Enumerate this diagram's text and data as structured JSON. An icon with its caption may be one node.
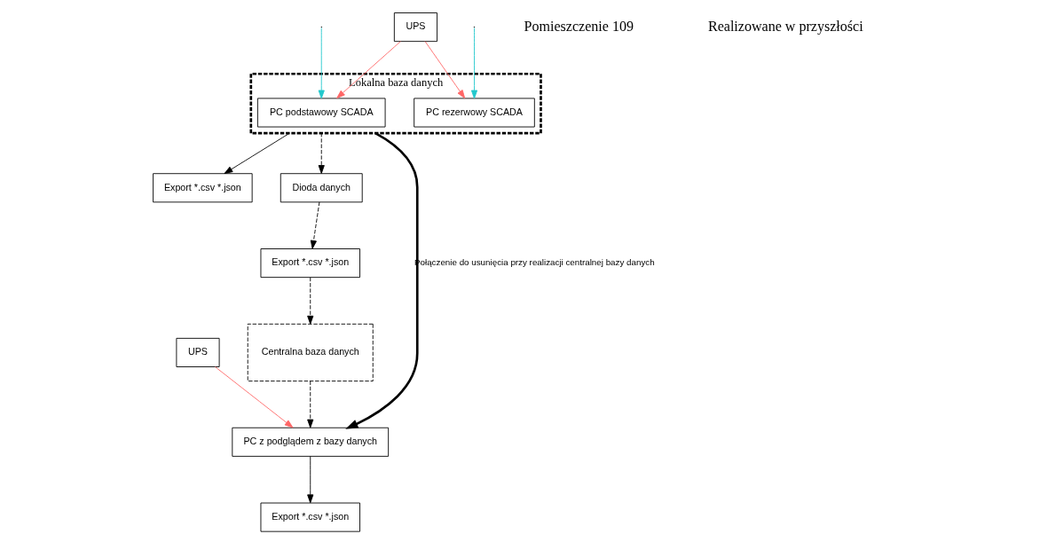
{
  "diagram": {
    "nodes": [
      {
        "text": [
          "Lokalna baza danych"
        ]
      },
      {
        "text": [
          "UPS"
        ]
      },
      {
        "text": [
          "PC podstawowy SCADA"
        ],
        "in": 0
      },
      {
        "text": [
          "PC rezerwowy SCADA"
        ],
        "in": 0
      },
      {
        "text": [
          "Export *.csv *.json"
        ]
      },
      {
        "text": [
          "Dioda danych"
        ]
      },
      {
        "text": [
          "Export *.csv *.json"
        ]
      },
      {
        "text": [
          "UPS"
        ]
      },
      {
        "text": [
          "PC z podglądem z bazy danych"
        ]
      },
      {
        "text": [
          "Export *.csv *.json"
        ]
      },
      {
        "text": [
          "Centralna baza danych"
        ]
      }
    ],
    "edges": [
      {
        "from": 1,
        "to": 2,
        "arrow": "to",
        "color": "#ff6666"
      },
      {
        "from": 1,
        "to": 3,
        "arrow": "to",
        "color": "#ff6666"
      },
      {
        "from": null,
        "to": 2,
        "arrow": "to",
        "color": "#22c8cc"
      },
      {
        "from": null,
        "to": 3,
        "arrow": "to",
        "color": "#22c8cc"
      },
      {
        "from": 0,
        "to": 4,
        "arrow": "to"
      },
      {
        "from": 0,
        "to": 5,
        "arrow": "to",
        "style": "dashed"
      },
      {
        "from": 5,
        "to": 6,
        "arrow": "to",
        "style": "dashed"
      },
      {
        "from": 0,
        "to": 8,
        "arrow": "to",
        "style": "thick",
        "label": "Połączenie do usunięcia przy realizacji centralnej bazy danych"
      },
      {
        "from": 7,
        "to": 8,
        "arrow": "to",
        "color": "#ff6666"
      },
      {
        "from": 8,
        "to": 9,
        "arrow": "to"
      },
      {
        "from": 6,
        "to": 10,
        "arrow": "to",
        "style": "dashed"
      },
      {
        "from": 10,
        "to": 8,
        "arrow": "to",
        "style": "dashed"
      }
    ],
    "labels": [
      "Pomieszczenie 109",
      "Realizowane w przyszłości"
    ]
  }
}
